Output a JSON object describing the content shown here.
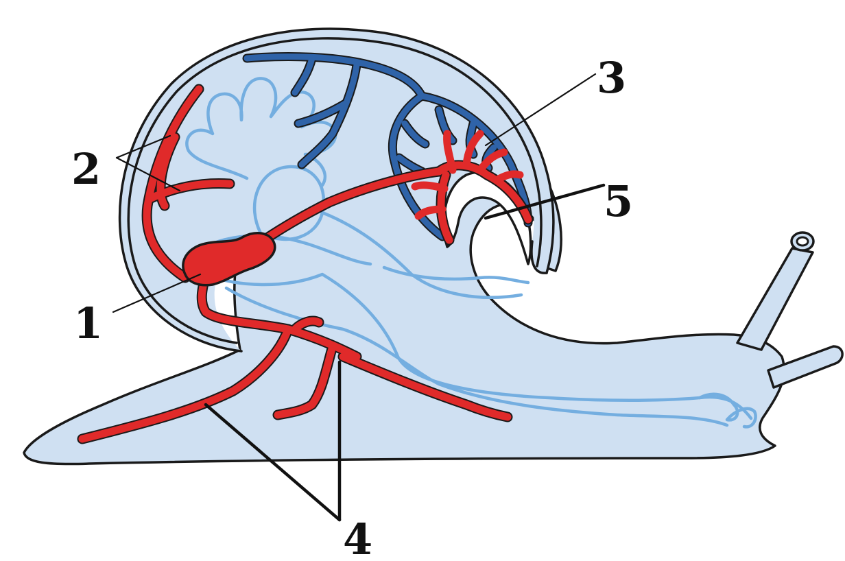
{
  "labels": {
    "heart": "1",
    "arteries_shell": "2",
    "lung_vessels": "3",
    "pneumostome": "5",
    "arteries_foot": "4"
  },
  "colors": {
    "body": "#cfe0f2",
    "outline": "#1a1a1a",
    "artery": "#e02a2a",
    "vein": "#2f63a8",
    "organ_lines": "#74aee0"
  }
}
